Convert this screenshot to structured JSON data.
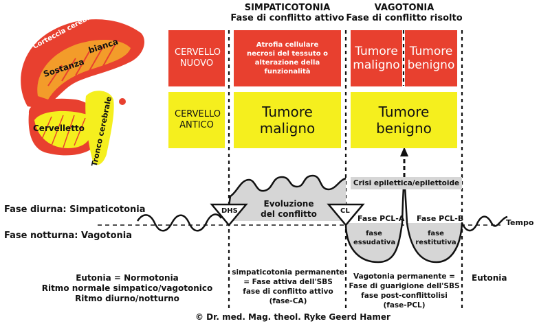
{
  "brain": {
    "corteccia": "Corteccia cerebrale",
    "sostanza": "Sostanza",
    "bianca": "bianca",
    "cervelletto": "Cervelletto",
    "tronco": "Tronco cerebrale"
  },
  "columns": {
    "simp_title": "SIMPATICOTONIA",
    "simp_sub": "Fase di conflitto attivo",
    "vago_title": "VAGOTONIA",
    "vago_sub": "Fase di conflitto risolto"
  },
  "rows": {
    "nuovo": "CERVELLO NUOVO",
    "antico": "CERVELLO ANTICO"
  },
  "cells": {
    "atrofia": "Atrofia cellulare necrosi del tessuto o alterazione della funzionalità",
    "tumore_maligno_red": "Tumore maligno",
    "tumore_benigno_red": "Tumore benigno",
    "tumore_maligno_yel": "Tumore maligno",
    "tumore_benigno_yel": "Tumore benigno"
  },
  "curve": {
    "crisi": "Crisi epilettica/epilettoide",
    "dhs": "DHS",
    "cl": "CL",
    "evoluzione": "Evoluzione del conflitto",
    "pcl_a": "Fase PCL-A",
    "pcl_b": "Fase PCL-B",
    "essudativa": "fase essudativa",
    "restitutiva": "fase restitutiva",
    "diurna": "Fase diurna: Simpaticotonia",
    "notturna": "Fase notturna: Vagotonia",
    "tempo": "Tempo"
  },
  "footer": {
    "left_1": "Eutonia = Normotonia",
    "left_2": "Ritmo normale simpatico/vagotonico",
    "left_3": "Ritmo diurno/notturno",
    "mid_1": "simpaticotonia permanente",
    "mid_2": "= Fase attiva dell'SBS",
    "mid_3": "fase di conflitto attivo",
    "mid_4": "(fase-CA)",
    "right_1": "Vagotonia permanente =",
    "right_2": "Fase di guarigione dell'SBS",
    "right_3": "fase post-conflittolisi",
    "right_4": "(fase-PCL)",
    "eutonia": "Eutonia",
    "copyright": "© Dr. med. Mag. theol. Ryke Geerd Hamer"
  },
  "colors": {
    "red": "#e8402f",
    "yellow": "#f5ef1e",
    "gray": "#d6d6d6",
    "orange": "#f39c2a"
  }
}
